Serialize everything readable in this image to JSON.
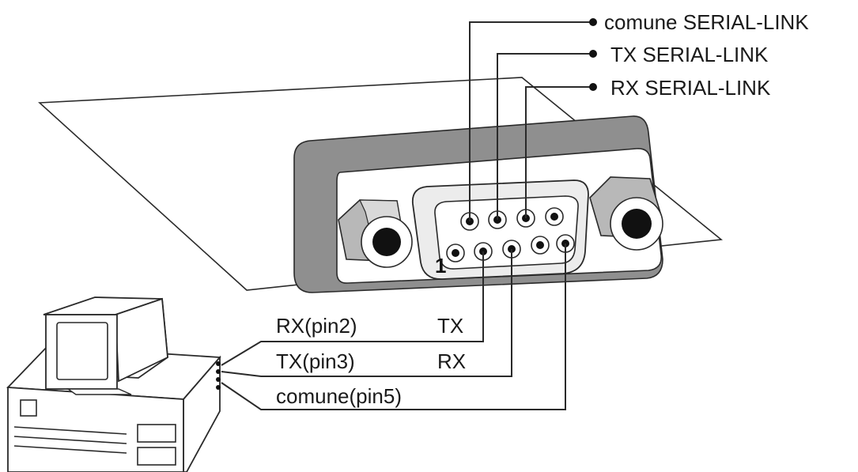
{
  "pin_number_label": "1",
  "connector_labels": {
    "common": "comune SERIAL-LINK",
    "tx": "TX SERIAL-LINK",
    "rx": "RX SERIAL-LINK"
  },
  "pc_labels": {
    "rx_pin2": "RX(pin2)",
    "tx_pin3": "TX(pin3)",
    "common_pin5": "comune(pin5)",
    "tx": "TX",
    "rx": "RX"
  },
  "colors": {
    "line": "#2a2a2a",
    "connector_body": "#8f8f8f",
    "hex_shade": "#b8b8b8",
    "pin_dot": "#111111"
  }
}
